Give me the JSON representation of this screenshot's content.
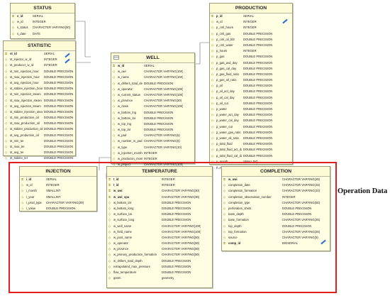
{
  "status": {
    "title": "STATUS",
    "rows": [
      [
        "s_id",
        "SERIAL"
      ],
      [
        "w_id",
        "INTEGER"
      ],
      [
        "s_status",
        "CHARACTER VARYING(50)"
      ],
      [
        "s_date",
        "DATE"
      ]
    ]
  },
  "statistic": {
    "title": "STATISTIC",
    "rows": [
      [
        "st_id",
        "SERIAL"
      ],
      [
        "st_injector_w_id",
        "INTEGER"
      ],
      [
        "st_producer_w_id",
        "INTEGER"
      ],
      [
        "st_min_injection_hour",
        "DOUBLE PRECISION"
      ],
      [
        "st_max_injection_hour",
        "DOUBLE PRECISION"
      ],
      [
        "st_avg_injection_hour",
        "DOUBLE PRECISION"
      ],
      [
        "st_stddev_injection_hour",
        "DOUBLE PRECISION"
      ],
      [
        "st_min_injection_steam",
        "DOUBLE PRECISION"
      ],
      [
        "st_max_injection_steam",
        "DOUBLE PRECISION"
      ],
      [
        "st_avg_injection_steam",
        "DOUBLE PRECISION"
      ],
      [
        "st_stddev_injection_steam",
        "DOUBLE PRECISION"
      ],
      [
        "st_min_production_oil",
        "DOUBLE PRECISION"
      ],
      [
        "st_max_production_oil",
        "DOUBLE PRECISION"
      ],
      [
        "st_stddev_production_oil",
        "DOUBLE PRECISION"
      ],
      [
        "st_avg_production_oil",
        "DOUBLE PRECISION"
      ],
      [
        "st_min_ter",
        "DOUBLE PRECISION"
      ],
      [
        "st_max_ter",
        "DOUBLE PRECISION"
      ],
      [
        "st_avg_ter",
        "DOUBLE PRECISION"
      ],
      [
        "st_stddev_ter",
        "DOUBLE PRECISION"
      ]
    ]
  },
  "well": {
    "title": "WELL",
    "rows": [
      [
        "w_id",
        "SERIAL"
      ],
      [
        "w_uwi",
        "CHARACTER VARYING(100)"
      ],
      [
        "w_name",
        "CHARACTER VARYING(100)"
      ],
      [
        "w_drillers_total_depth",
        "DOUBLE PRECISION"
      ],
      [
        "w_operator",
        "CHARACTER VARYING(100)"
      ],
      [
        "w_current_status",
        "CHARACTER VARYING(100)"
      ],
      [
        "w_province",
        "CHARACTER VARYING(20)"
      ],
      [
        "w_class",
        "CHARACTER VARYING(100)"
      ],
      [
        "w_bottom_lng",
        "DOUBLE PRECISION"
      ],
      [
        "w_bottom_lat",
        "DOUBLE PRECISION"
      ],
      [
        "w_top_lng",
        "DOUBLE PRECISION"
      ],
      [
        "w_top_lat",
        "DOUBLE PRECISION"
      ],
      [
        "w_pad",
        "CHARACTER VARYING(5)"
      ],
      [
        "w_number_in_pad",
        "CHARACTER VARYING(5)"
      ],
      [
        "w_type",
        "CHARACTER VARYING(10)"
      ],
      [
        "w_injection_months",
        "INTEGER"
      ],
      [
        "w_producion_months",
        "INTEGER"
      ],
      [
        "w_project",
        "CHARACTER VARYING(100)"
      ]
    ]
  },
  "production": {
    "title": "PRODUCTION",
    "rows": [
      [
        "p_id",
        "SERIAL"
      ],
      [
        "w_id",
        "INTEGER"
      ],
      [
        "p_cml_hours",
        "INTEGER"
      ],
      [
        "p_cml_gas",
        "DOUBLE PRECISION"
      ],
      [
        "p_cml_oil_bbl",
        "DOUBLE PRECISION"
      ],
      [
        "p_cml_water",
        "DOUBLE PRECISION"
      ],
      [
        "p_hours",
        "INTEGER"
      ],
      [
        "p_gas",
        "DOUBLE PRECISION"
      ],
      [
        "p_gas_avd_day",
        "DOUBLE PRECISION"
      ],
      [
        "p_gas_cal_day",
        "DOUBLE PRECISION"
      ],
      [
        "p_gas_fluid_ratio",
        "DOUBLE PRECISION"
      ],
      [
        "p_gas_oil_ratio",
        "DOUBLE PRECISION"
      ],
      [
        "p_oil",
        "DOUBLE PRECISION"
      ],
      [
        "p_oil_act_day",
        "DOUBLE PRECISION"
      ],
      [
        "p_oil_cal_day",
        "DOUBLE PRECISION"
      ],
      [
        "p_oil_cut",
        "DOUBLE PRECISION"
      ],
      [
        "p_water",
        "DOUBLE PRECISION"
      ],
      [
        "p_water_act_day",
        "DOUBLE PRECISION"
      ],
      [
        "p_water_cal_day",
        "DOUBLE PRECISION"
      ],
      [
        "p_water_cut",
        "DOUBLE PRECISION"
      ],
      [
        "p_water_gas_ratio",
        "DOUBLE PRECISION"
      ],
      [
        "p_water_oil_ratio",
        "DOUBLE PRECISION"
      ],
      [
        "p_total_fluid",
        "DOUBLE PRECISION"
      ],
      [
        "p_total_fluid_act_day",
        "DOUBLE PRECISION"
      ],
      [
        "p_total_fluid_cal_day",
        "DOUBLE PRECISION"
      ],
      [
        "p_month",
        "SMALLINT"
      ],
      [
        "p_year",
        "SMALLINT"
      ]
    ]
  },
  "injection": {
    "title": "INJECTION",
    "rows": [
      [
        "i_id",
        "SERIAL"
      ],
      [
        "w_id",
        "INTEGER"
      ],
      [
        "i_month",
        "SMALLINT"
      ],
      [
        "i_year",
        "SMALLINT"
      ],
      [
        "i_prod_type",
        "CHARACTER VARYING(20)"
      ],
      [
        "i_value",
        "DOUBLE PRECISION"
      ]
    ]
  },
  "temperature": {
    "title": "TEMPERATURE",
    "rows": [
      [
        "t_id",
        "INTEGER"
      ],
      [
        "t_id",
        "INTEGER"
      ],
      [
        "w_uwi",
        "CHARACTER VARYING(30)"
      ],
      [
        "w_uwi_xpa",
        "CHARACTER VARYING(30)"
      ],
      [
        "w_bottom_lat",
        "DOUBLE PRECISION"
      ],
      [
        "w_bottom_long",
        "DOUBLE PRECISION"
      ],
      [
        "w_surface_lat",
        "DOUBLE PRECISION"
      ],
      [
        "w_surface_long",
        "DOUBLE PRECISION"
      ],
      [
        "w_well_name",
        "CHARACTER VARYING(100)"
      ],
      [
        "w_field_name",
        "CHARACTER VARYING(100)"
      ],
      [
        "w_pool_name",
        "CHARACTER VARYING(50)"
      ],
      [
        "w_operator",
        "CHARACTER VARYING(50)"
      ],
      [
        "w_province",
        "CHARACTER VARYING(50)"
      ],
      [
        "w_primary_production_formation",
        "CHARACTER VARYING(50)"
      ],
      [
        "w_drillers_total_depth",
        "DOUBLE PRECISION"
      ],
      [
        "extrapolated_max_pressure",
        "DOUBLE PRECISION"
      ],
      [
        "flow_temperature",
        "DOUBLE PRECISION"
      ],
      [
        "geom",
        "geometry"
      ]
    ]
  },
  "completion": {
    "title": "COMPLETION",
    "rows": [
      [
        "w_uwi",
        "CHARACTER VARYING(25)"
      ],
      [
        "completion_date",
        "CHARACTER VARYING(15)"
      ],
      [
        "completion_formation",
        "CHARACTER VARYING(10)"
      ],
      [
        "completion_observation_number",
        "INTEGER"
      ],
      [
        "completion_type",
        "CHARACTER VARYING(50)"
      ],
      [
        "perforation_shots",
        "DOUBLE PRECISION"
      ],
      [
        "base_depth",
        "DOUBLE PRECISION"
      ],
      [
        "base_formation",
        "CHARACTER VARYING(25)"
      ],
      [
        "top_depth",
        "DOUBLE PRECISION"
      ],
      [
        "top_formation",
        "CHARACTER VARYING(25)"
      ],
      [
        "source",
        "CHARACTER VARYING(5)"
      ],
      [
        "comp_id",
        "BIGSERIAL"
      ]
    ]
  },
  "operation_data_label": "Operation Data"
}
